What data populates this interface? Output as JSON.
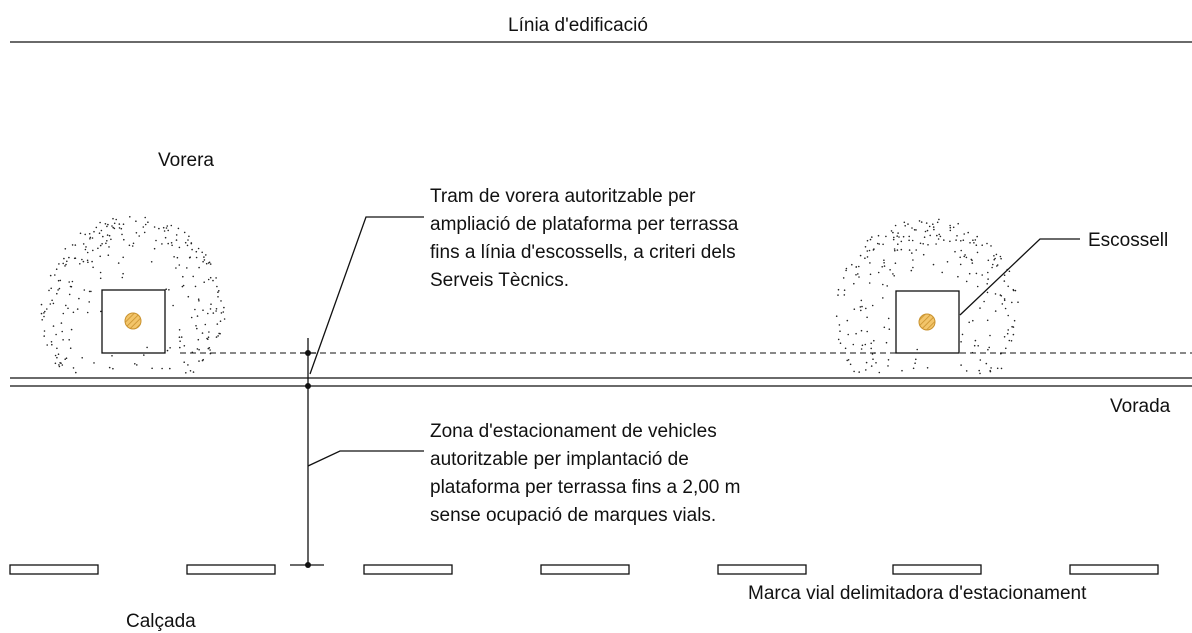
{
  "labels": {
    "building_line": "Línia d'edificació",
    "sidewalk": "Vorera",
    "curb": "Vorada",
    "roadway": "Calçada",
    "tree_pit": "Escossell",
    "road_marking": "Marca vial delimitadora d'estacionament"
  },
  "notes": {
    "terrace_sidewalk": [
      "Tram de vorera autoritzable per",
      "ampliació de plataforma per terrassa",
      "fins a línia d'escossells, a criteri dels",
      "Serveis Tècnics."
    ],
    "parking_zone": [
      "Zona d'estacionament de vehicles",
      "autoritzable per implantació de",
      "plataforma per terrassa fins a 2,00 m",
      "sense ocupació de marques vials."
    ]
  },
  "colors": {
    "line": "#111111",
    "tree_trunk_fill": "#f3c56a",
    "tree_trunk_stroke": "#c9922e"
  }
}
